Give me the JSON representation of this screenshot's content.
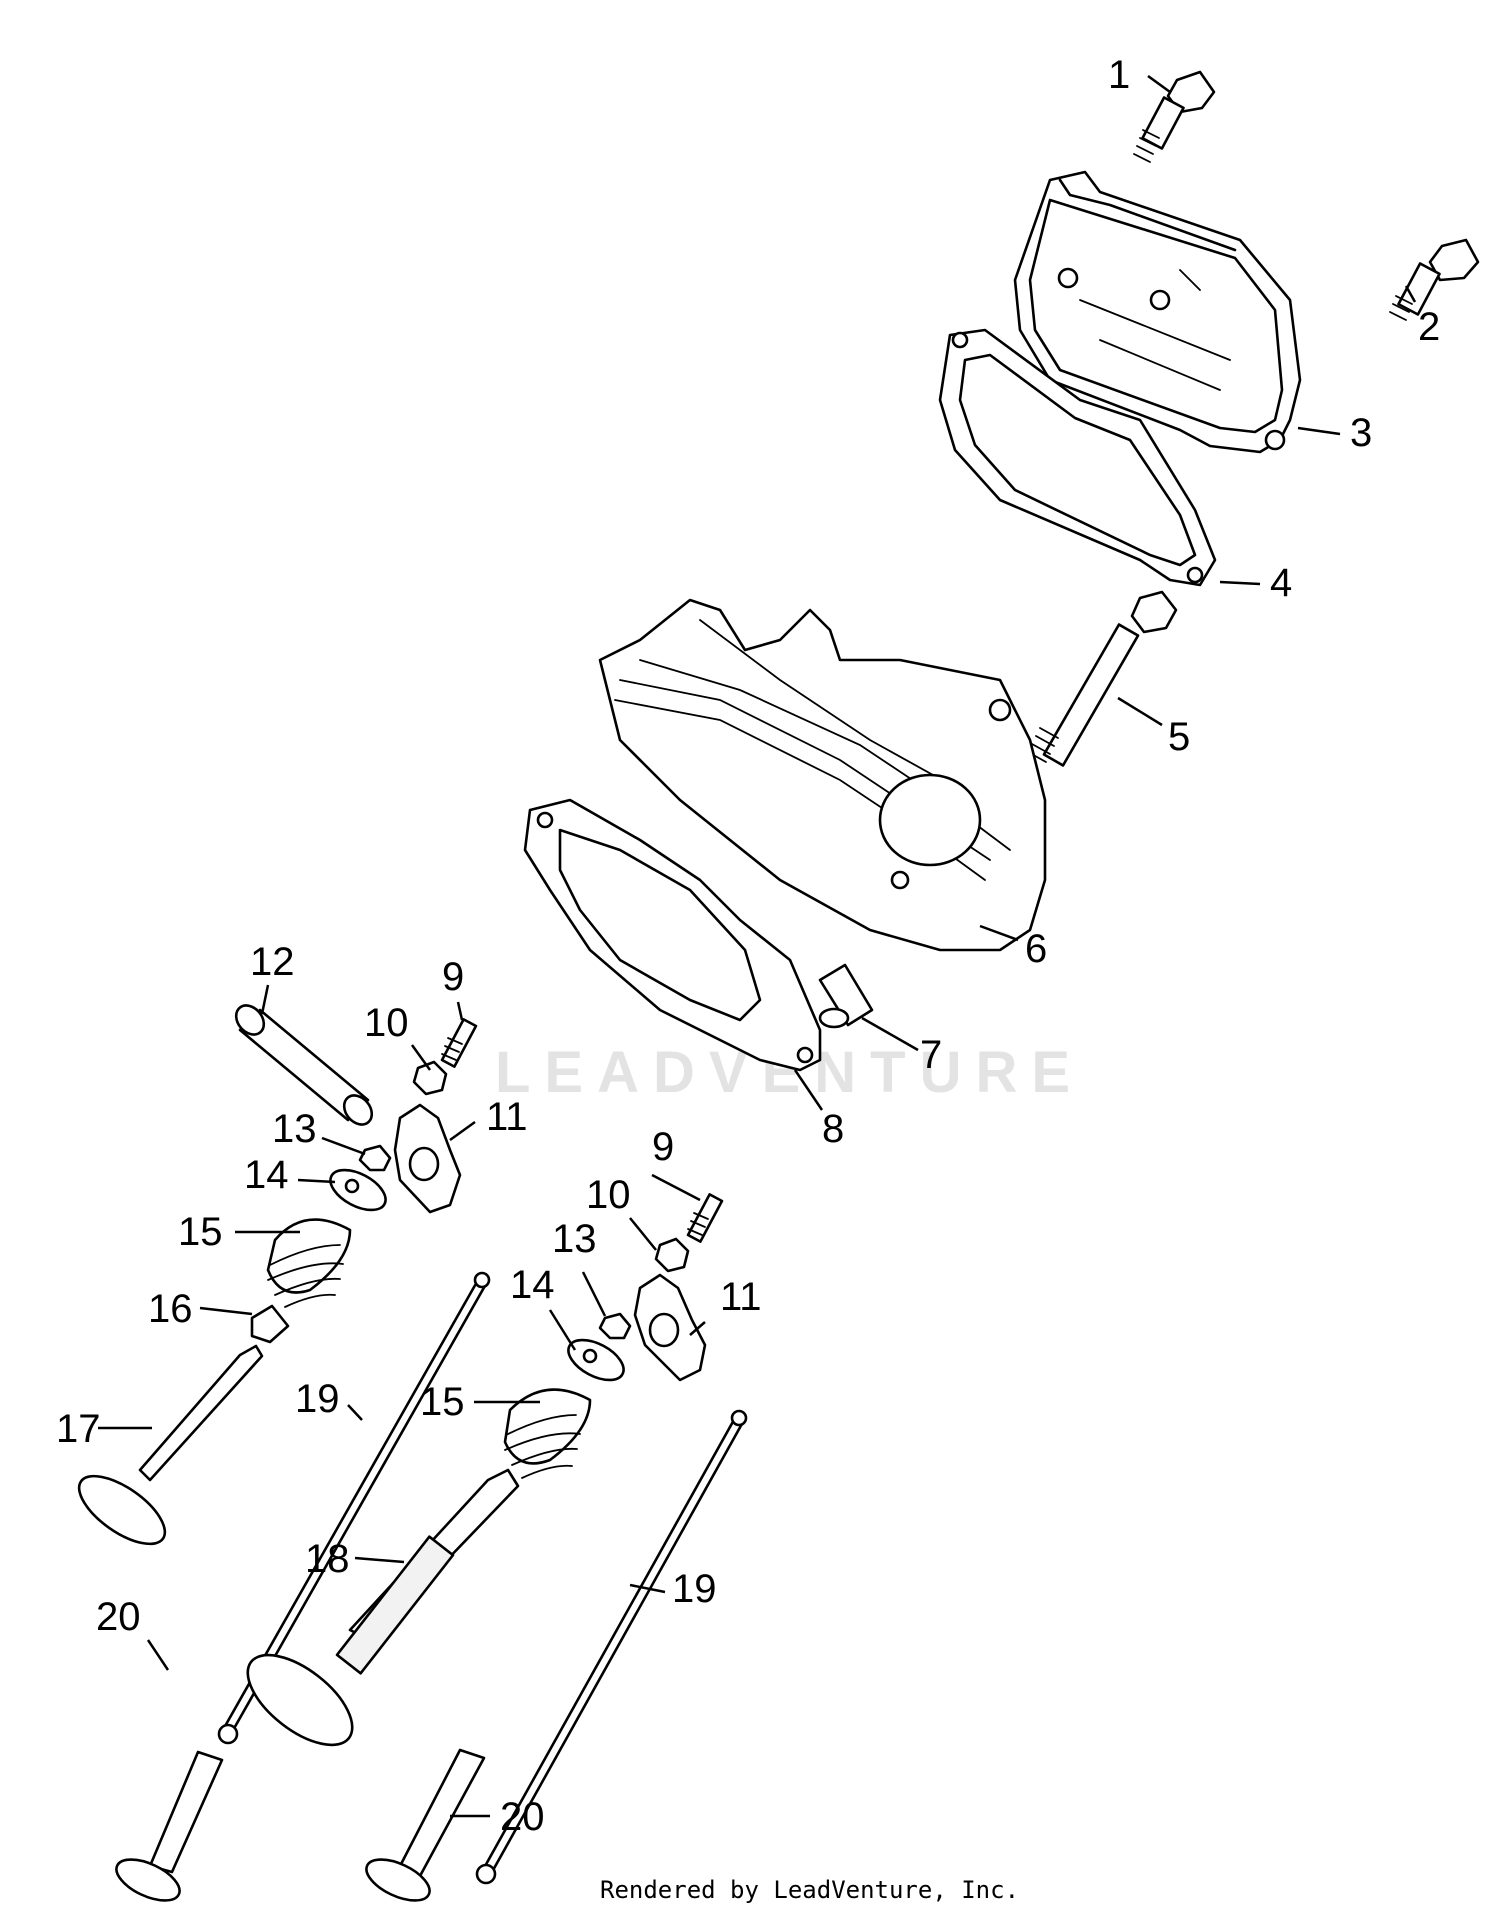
{
  "watermark": "LEADVENTURE",
  "credit": "Rendered by LeadVenture, Inc.",
  "callouts": {
    "c1": "1",
    "c2": "2",
    "c3": "3",
    "c4": "4",
    "c5": "5",
    "c6": "6",
    "c7": "7",
    "c8": "8",
    "c9a": "9",
    "c10a": "10",
    "c11a": "11",
    "c12": "12",
    "c13a": "13",
    "c14a": "14",
    "c15a": "15",
    "c16": "16",
    "c17": "17",
    "c9b": "9",
    "c10b": "10",
    "c11b": "11",
    "c13b": "13",
    "c14b": "14",
    "c15b": "15",
    "c18": "18",
    "c19a": "19",
    "c19b": "19",
    "c20a": "20",
    "c20b": "20"
  }
}
